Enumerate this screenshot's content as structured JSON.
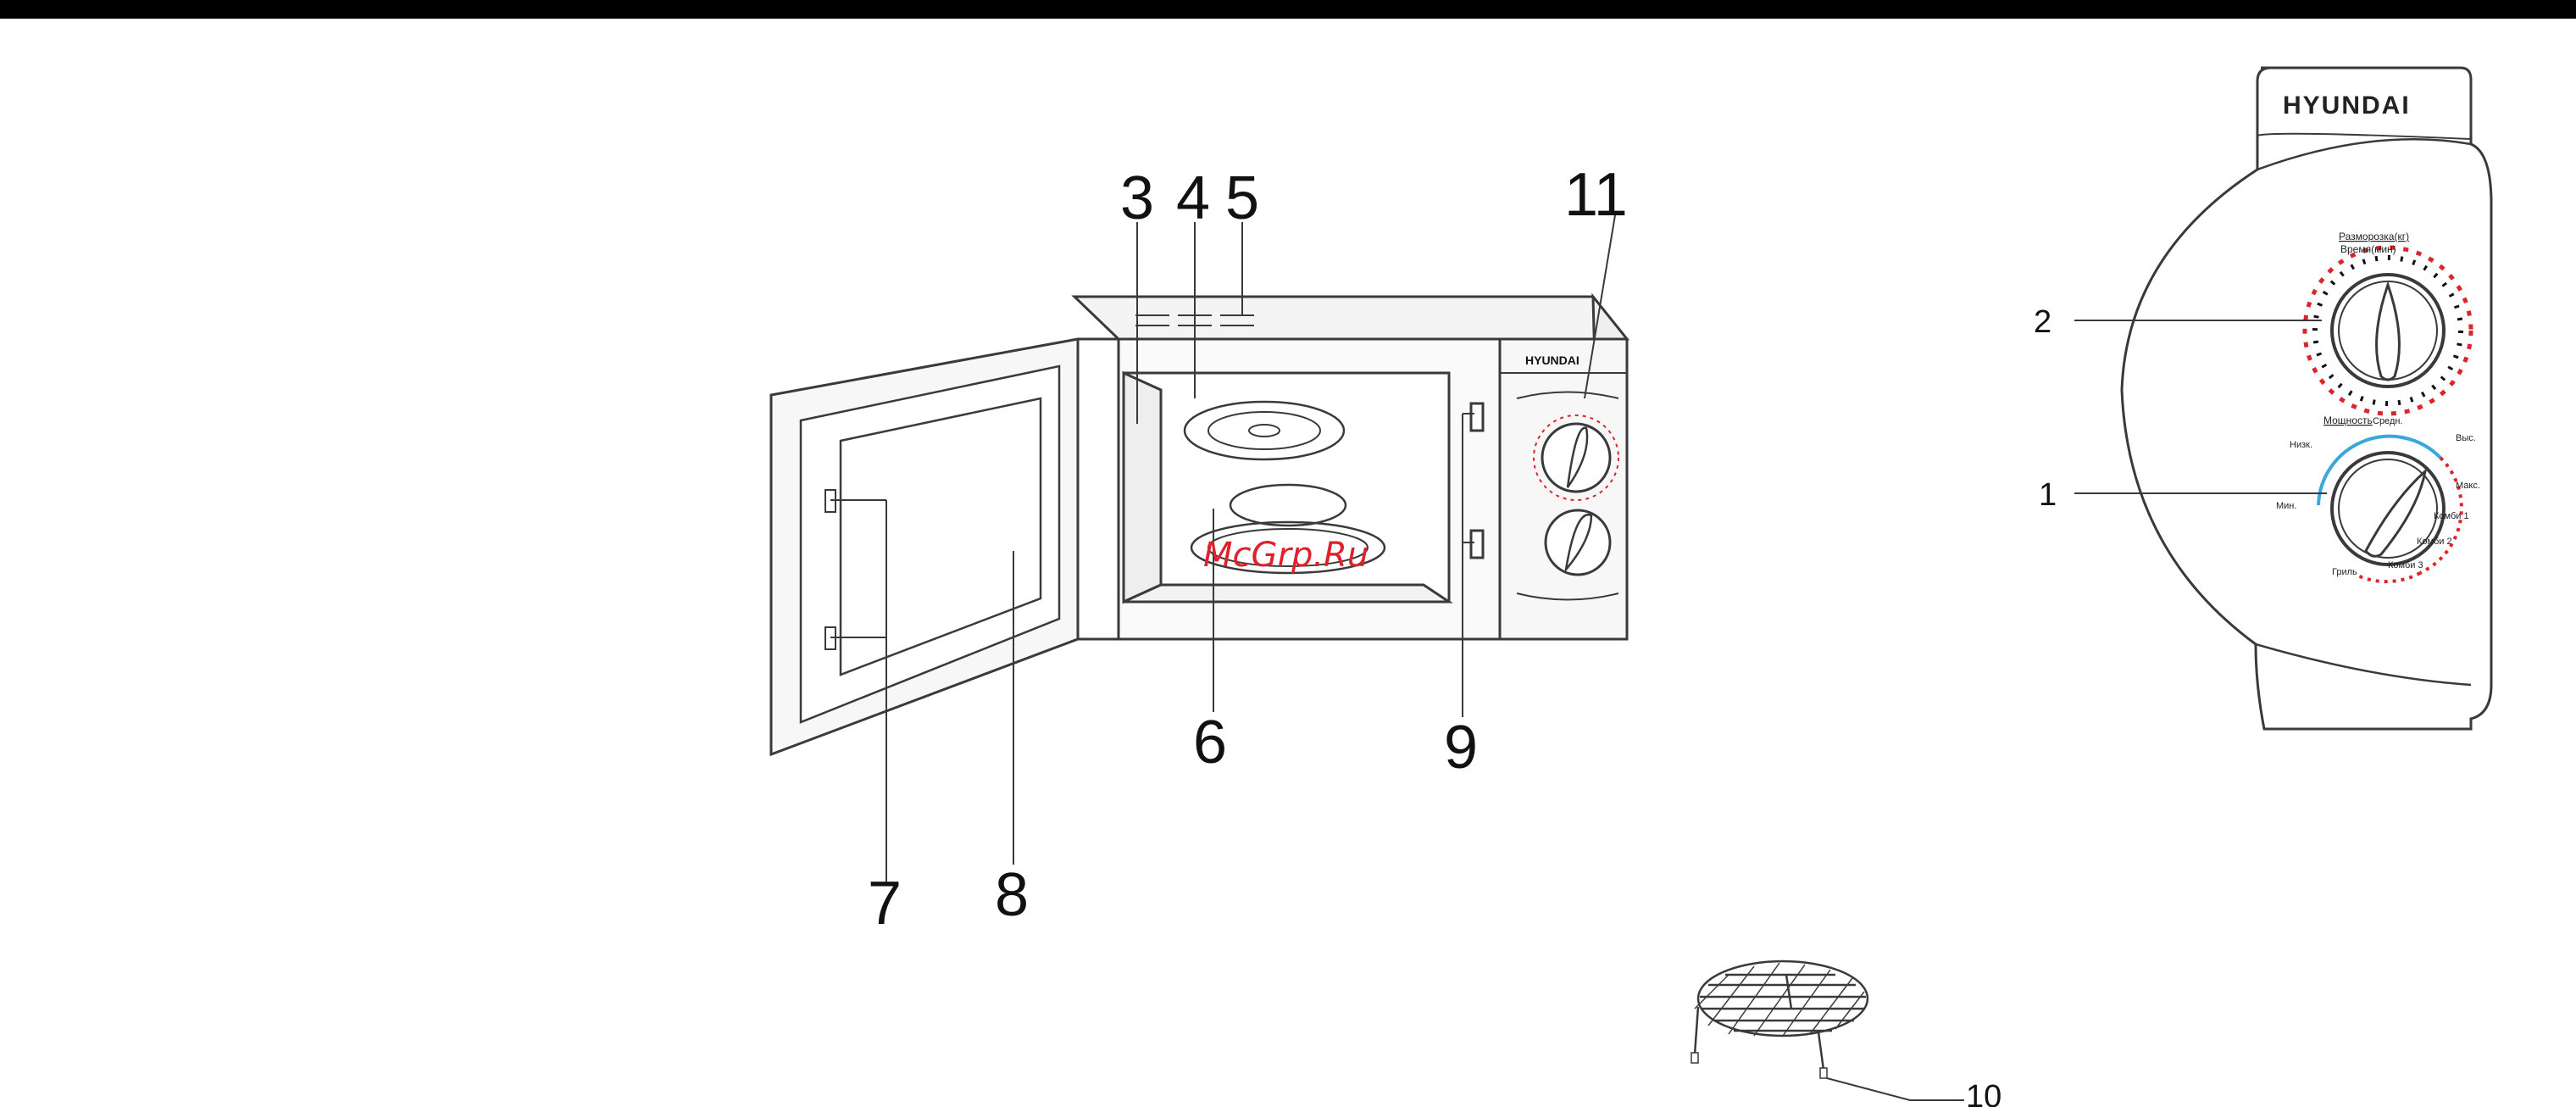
{
  "colors": {
    "top_bar": "#000000",
    "line": "#3a3a3a",
    "scale_red": "#d9262b",
    "scale_blue": "#3aa8d8",
    "watermark": "#e0202a"
  },
  "oven": {
    "brand": "HYUNDAI",
    "callouts": {
      "c3": "3",
      "c4": "4",
      "c5": "5",
      "c6": "6",
      "c7": "7",
      "c8": "8",
      "c9": "9",
      "c11": "11"
    }
  },
  "rack": {
    "callout": "10"
  },
  "panel": {
    "brand": "HYUNDAI",
    "callouts": {
      "c1": "1",
      "c2": "2"
    },
    "timer_label_1": "Разморозка(кг)",
    "timer_label_2": "Время(мин)",
    "power_label": "Мощность",
    "power_settings": {
      "min": "Мин.",
      "low": "Низк.",
      "mid": "Средн.",
      "high": "Выс.",
      "max": "Макс.",
      "combi1": "Комби 1",
      "combi2": "Комби 2",
      "combi3": "Комби 3",
      "grill": "Гриль"
    }
  },
  "watermark": "McGrp.Ru",
  "icons": {
    "oven": "microwave-oven-icon",
    "rack": "grill-rack-icon",
    "timer_knob": "timer-knob-icon",
    "power_knob": "power-knob-icon"
  }
}
